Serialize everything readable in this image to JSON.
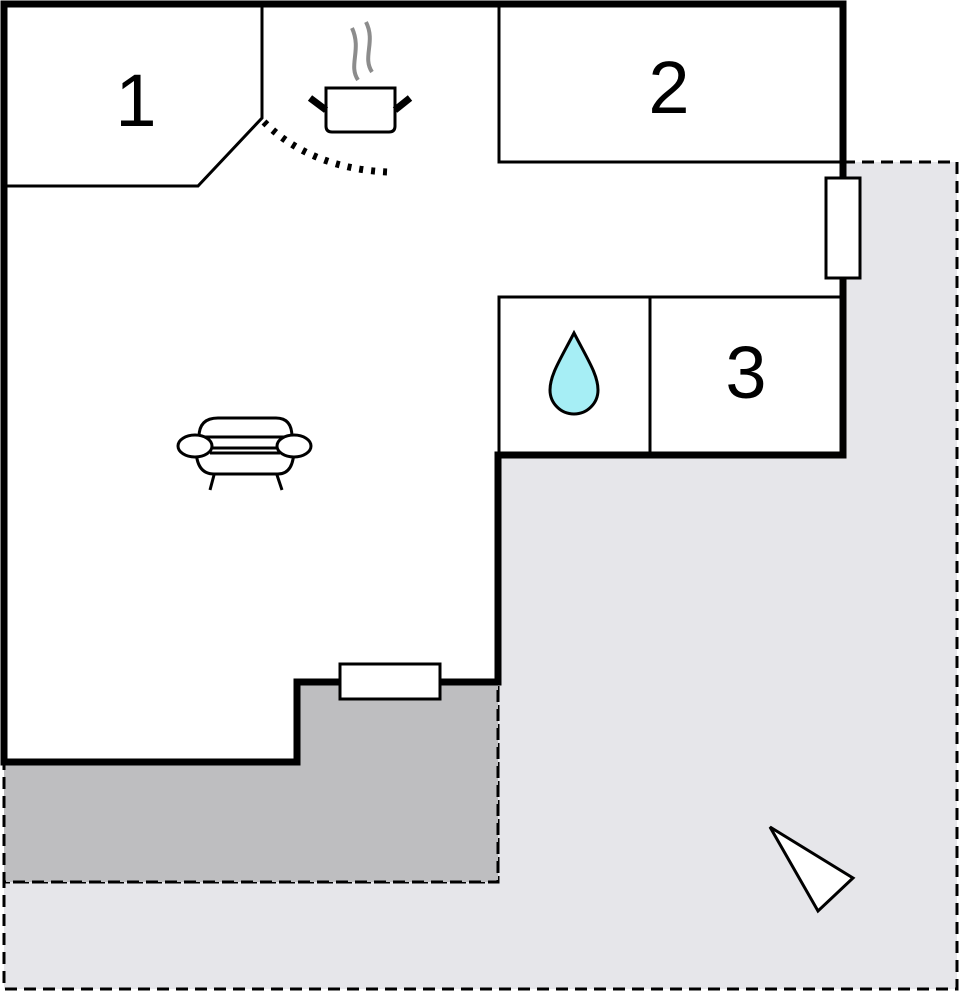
{
  "rooms": [
    {
      "label": "1"
    },
    {
      "label": "2"
    },
    {
      "label": "3"
    }
  ],
  "icons": {
    "kitchen": "cooking-pot-icon",
    "living": "sofa-icon",
    "bathroom": "water-drop-icon",
    "compass": "north-arrow-icon"
  },
  "colors": {
    "walls": "#000000",
    "outdoor_area": "#e6e6ea",
    "terrace": "#bebec0",
    "water_drop": "#a6eef5",
    "steam": "#8c8c8c"
  }
}
